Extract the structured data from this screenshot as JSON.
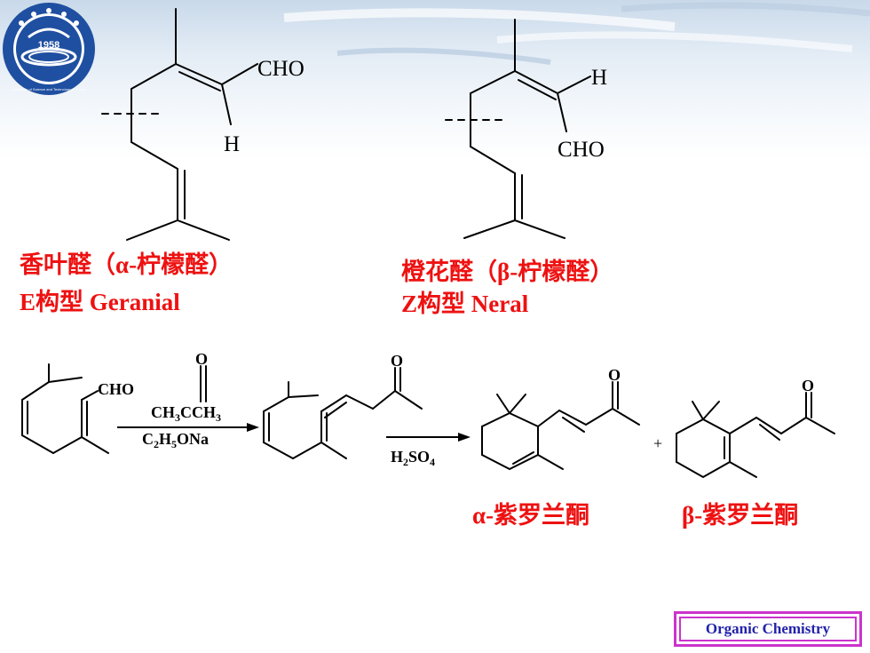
{
  "geranial": {
    "cho": "CHO",
    "h": "H",
    "name_line1": "香叶醛（α-柠檬醛）",
    "name_line2": "E构型  Geranial"
  },
  "neral": {
    "cho": "CHO",
    "h": "H",
    "name_line1": "橙花醛（β-柠檬醛）",
    "name_line2": "Z构型 Neral"
  },
  "reaction": {
    "cho": "CHO",
    "o": "O",
    "reagent_ch3": "CH",
    "reagent_sub3a": "3",
    "reagent_c": "C",
    "reagent_ch3b": "CH",
    "reagent_sub3b": "3",
    "base_c": "C",
    "base_sub2": "2",
    "base_h": "H",
    "base_sub5": "5",
    "base_ona": "ONa",
    "acid_h": "H",
    "acid_sub2": "2",
    "acid_so": "SO",
    "acid_sub4": "4",
    "plus": "+"
  },
  "products": {
    "alpha": "α-紫罗兰酮",
    "beta": "β-紫罗兰酮"
  },
  "logo": {
    "year": "1958",
    "ring_text": "University of Science and Technology of China"
  },
  "footer": {
    "label": "Organic Chemistry"
  },
  "colors": {
    "caption": "#ee1111",
    "footer_border": "#cc33cc",
    "footer_text": "#2222aa",
    "logo_blue": "#1f4fa0"
  }
}
